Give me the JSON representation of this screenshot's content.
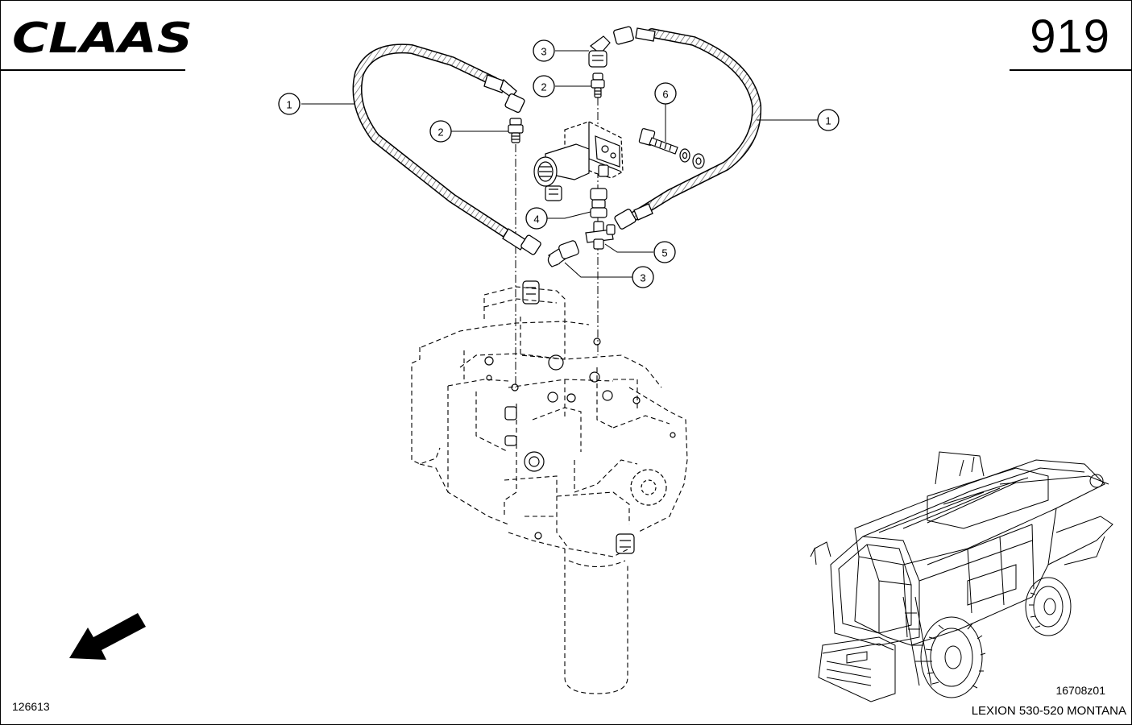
{
  "header": {
    "brand": "CLAAS",
    "page_number": "919"
  },
  "footer": {
    "drawing_number": "126613",
    "reference_number": "16708z01",
    "model_name": "LEXION 530-520 MONTANA"
  },
  "callouts": [
    {
      "label": "1",
      "part": "hose-left"
    },
    {
      "label": "1",
      "part": "hose-right"
    },
    {
      "label": "2",
      "part": "adapter-left"
    },
    {
      "label": "2",
      "part": "adapter-top"
    },
    {
      "label": "3",
      "part": "elbow-top"
    },
    {
      "label": "3",
      "part": "elbow-bottom"
    },
    {
      "label": "4",
      "part": "union-nut"
    },
    {
      "label": "5",
      "part": "tee-fitting"
    },
    {
      "label": "6",
      "part": "bolt"
    }
  ],
  "icons": {
    "direction": "arrow-left-down-icon",
    "machine": "combine-harvester-icon",
    "pump": "hydraulic-pump-icon",
    "valve": "solenoid-valve-icon"
  }
}
